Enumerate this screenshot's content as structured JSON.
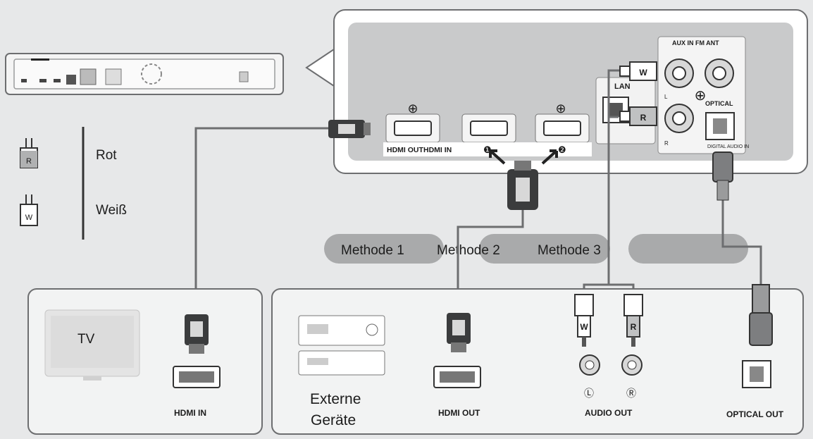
{
  "legend": {
    "red_plug_letter": "R",
    "red_label": "Rot",
    "white_plug_letter": "W",
    "white_label": "Weiß"
  },
  "methods": {
    "method_1": "Methode 1",
    "method_2": "Methode 2",
    "method_3": "Methode 3"
  },
  "rear_panel": {
    "hdmi_out_label": "HDMI OUT",
    "hdmi_in_label": "HDMI IN",
    "hdmi_in_1": "❶",
    "hdmi_in_2": "❷",
    "lan_label": "LAN",
    "aux_fm_label": "AUX IN FM ANT",
    "aux_l": "L",
    "aux_r": "R",
    "aux_plug_w": "W",
    "aux_plug_r": "R",
    "optical_label": "OPTICAL",
    "digital_audio_in_label": "DIGITAL AUDIO IN"
  },
  "tv_box": {
    "tv_label": "TV",
    "hdmi_in_label": "HDMI IN"
  },
  "external_box": {
    "device_label_line1": "Externe",
    "device_label_line2": "Geräte",
    "hdmi_out_label": "HDMI OUT",
    "audio_out_label": "AUDIO OUT",
    "audio_l": "Ⓛ",
    "audio_r": "Ⓡ",
    "plug_w": "W",
    "plug_r": "R",
    "optical_out_label": "OPTICAL OUT"
  },
  "colors": {
    "background": "#e7e8e9",
    "panel_fill": "#c9cacb",
    "box_fill": "#f2f3f3",
    "cable": "#6d6e70",
    "method_pill": "#a9aaab"
  }
}
